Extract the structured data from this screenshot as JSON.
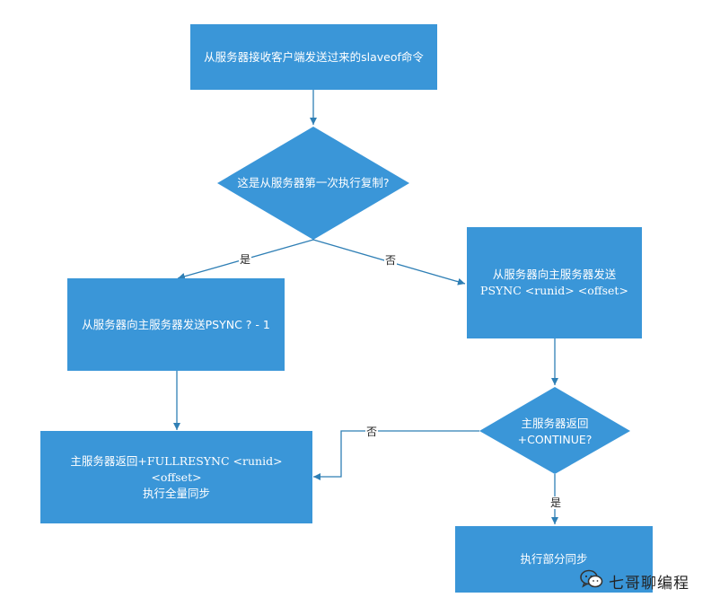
{
  "nodes": {
    "start": "从服务器接收客户端发送过来的slaveof命令",
    "decision_first": "这是从服务器第一次执行复制?",
    "psync_first": "从服务器向主服务器发送PSYNC ? - 1",
    "psync_resume_line1": "从服务器向主服务器发送",
    "psync_resume_line2": "PSYNC <runid> <offset>",
    "decision_continue": "主服务器返回\n+CONTINUE?",
    "full_resync_line1": "主服务器返回+FULLRESYNC <runid> <offset>",
    "full_resync_line2": "执行全量同步",
    "partial_sync": "执行部分同步"
  },
  "edge_labels": {
    "yes_first": "是",
    "no_first": "否",
    "no_continue": "否",
    "yes_continue": "是"
  },
  "watermark": {
    "icon": "wechat-icon",
    "text": "七哥聊编程"
  },
  "colors": {
    "box_fill": "#3a96d8",
    "connector": "#2f7fb5",
    "text": "#ffffff"
  }
}
